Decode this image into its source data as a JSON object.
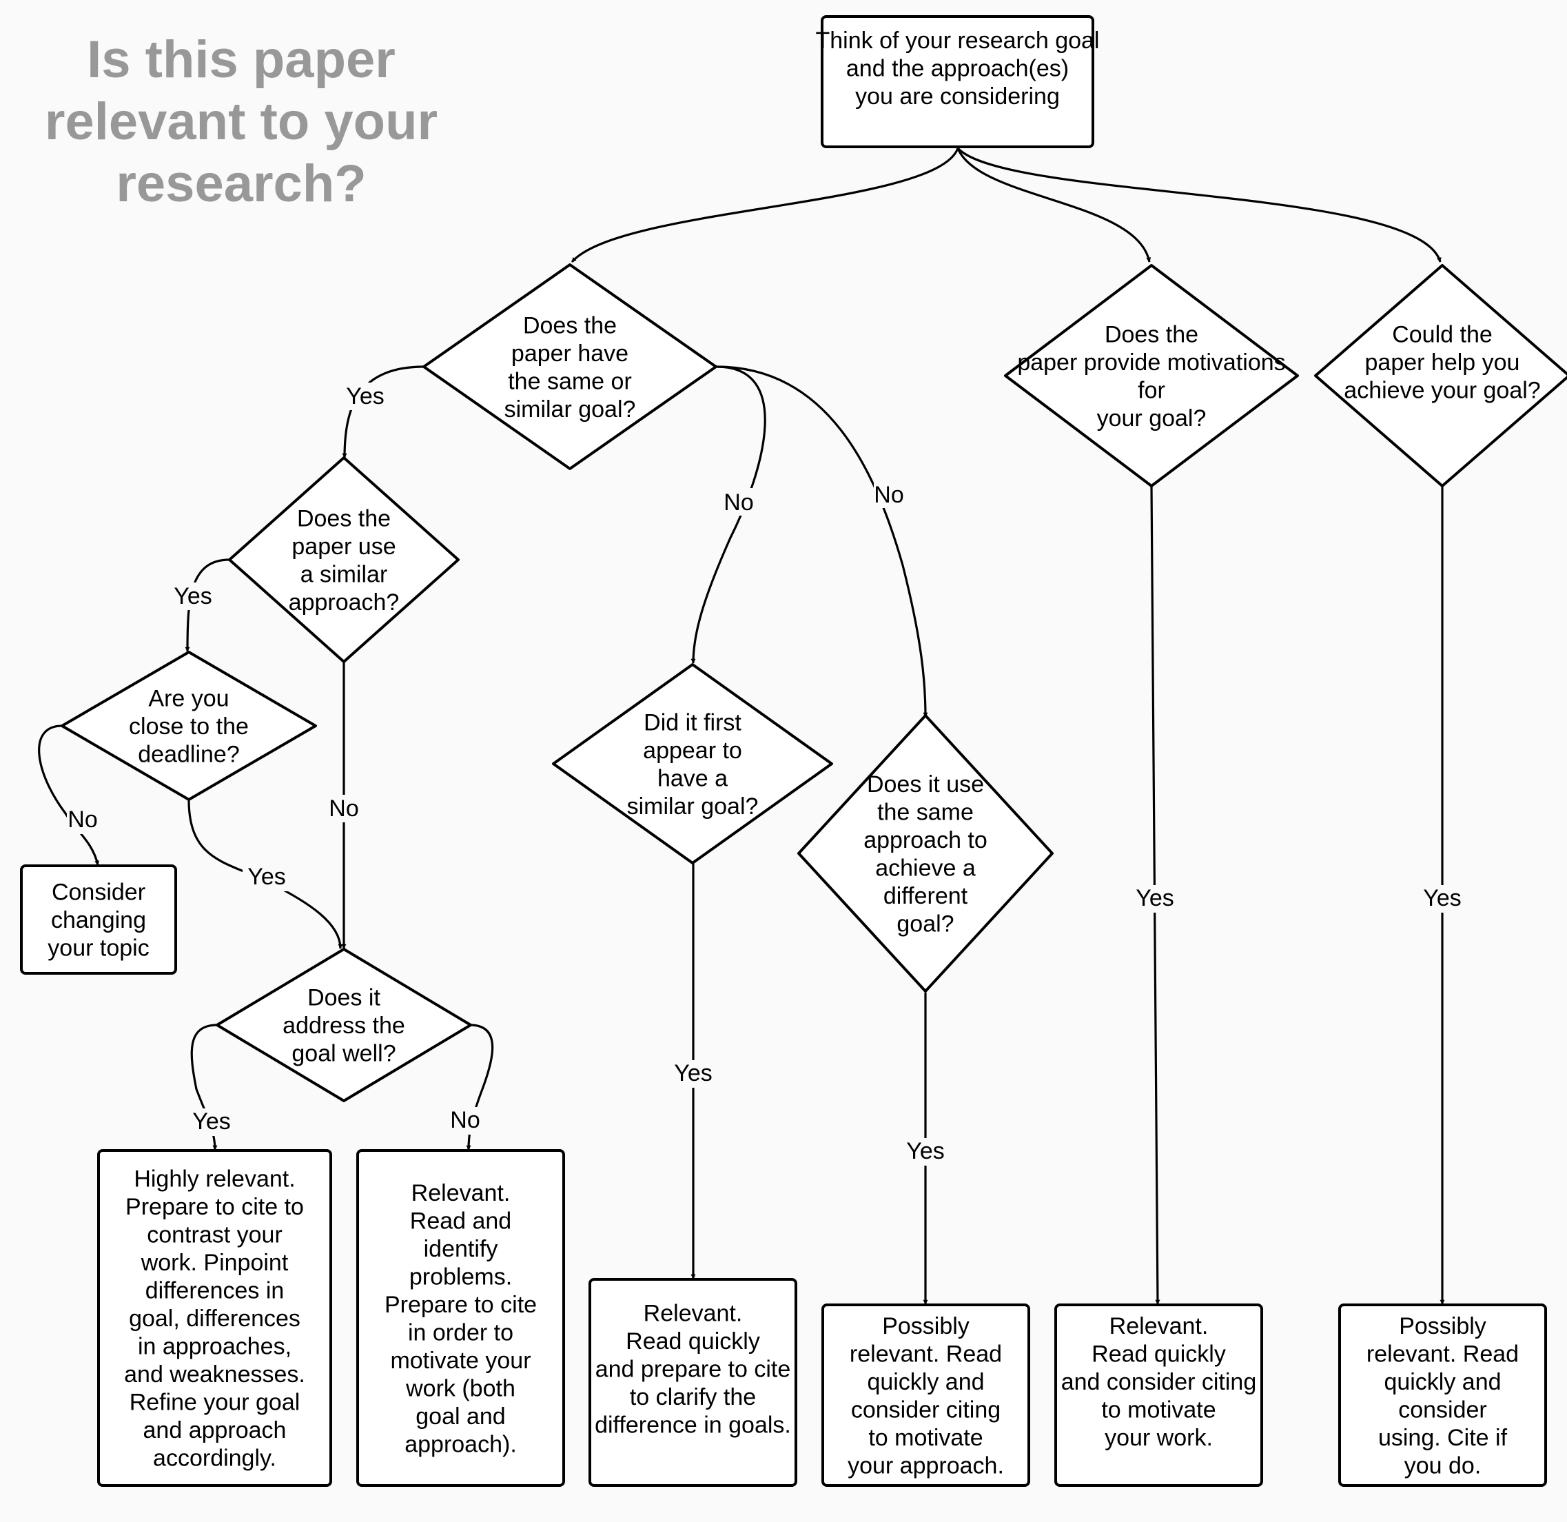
{
  "title": "Is this paper relevant to your research?",
  "colors": {
    "title": "#989898",
    "stroke": "#000000",
    "node_fill": "#ffffff",
    "background": "#fafafa"
  },
  "nodes": {
    "start": "Think of your research goal and the approach(es) you are considering",
    "q_same_goal": "Does the paper have the same or similar goal?",
    "q_similar_approach": "Does the paper use a similar approach?",
    "q_deadline": "Are you close to the deadline?",
    "r_change_topic": "Consider changing your topic",
    "q_address_goal": "Does it address the goal well?",
    "r_highly_relevant": "Highly relevant. Prepare to cite to contrast your work. Pinpoint differences in goal, differences in approaches, and weaknesses. Refine your goal and approach accordingly.",
    "r_relevant_identify": "Relevant. Read and identify problems. Prepare to cite in order to motivate your work (both goal and approach).",
    "q_first_appear": "Did it first appear to have a similar goal?",
    "r_relevant_clarify": "Relevant. Read quickly and prepare to cite to clarify the difference in goals.",
    "q_same_approach_diff_goal": "Does it use the same approach to achieve a different goal?",
    "r_possibly_motivate_approach": "Possibly relevant. Read quickly and consider citing to motivate your approach.",
    "q_motivations": "Does the paper provide motivations for your goal?",
    "r_relevant_motivate_work": "Relevant. Read quickly and consider citing to motivate your work.",
    "q_help_achieve": "Could the paper help you achieve your goal?",
    "r_possibly_using": "Possibly relevant. Read quickly and consider using. Cite if you do."
  },
  "edge_labels": {
    "yes": "Yes",
    "no": "No"
  }
}
